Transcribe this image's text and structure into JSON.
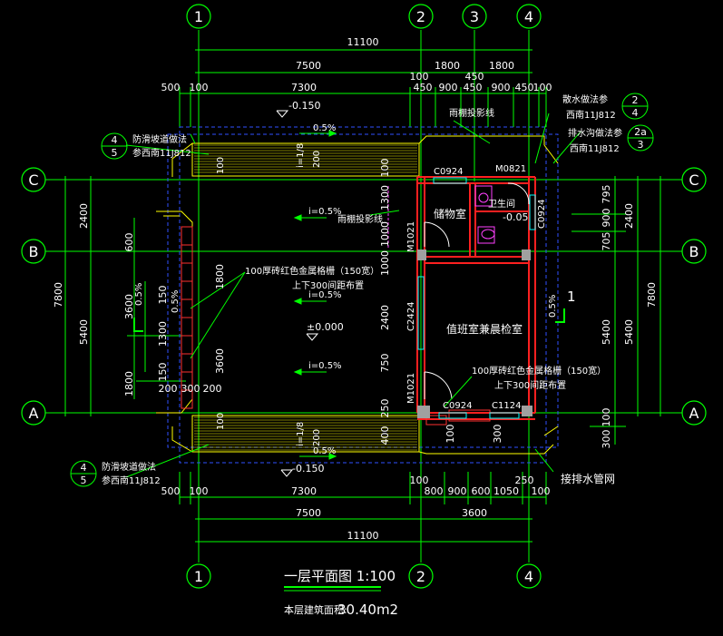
{
  "title": "一层平面图 1:100",
  "area_label": "本层建筑面积:",
  "area_value": "30.40m2",
  "axes": {
    "top": [
      "1",
      "2",
      "3",
      "4"
    ],
    "bottom": [
      "1",
      "2",
      "4"
    ],
    "left": [
      "C",
      "B",
      "A"
    ],
    "right": [
      "C",
      "B",
      "A"
    ]
  },
  "dims": {
    "top_total": "11100",
    "top_mid_7500": "7500",
    "top_mid_1800a": "1800",
    "top_mid_1800b": "1800",
    "top_100": "100",
    "top_450a": "450",
    "top_500": "500",
    "top_100b": "100",
    "top_7300": "7300",
    "top_450b": "450",
    "top_900a": "900",
    "top_450c": "450",
    "top_900b": "900",
    "top_450d": "450",
    "top_100c": "100",
    "bot_total": "11100",
    "bot_7500": "7500",
    "bot_3600": "3600",
    "bot_500": "500",
    "bot_100": "100",
    "bot_7300": "7300",
    "bot_100b": "100",
    "bot_800": "800",
    "bot_900": "900",
    "bot_600": "600",
    "bot_1050": "1050",
    "bot_250": "250",
    "bot_100c": "100",
    "left_7800": "7800",
    "left_2400": "2400",
    "left_5400": "5400",
    "left_600": "600",
    "left_1800": "1800",
    "left_3600": "3600",
    "left_1300": "1300",
    "left_150a": "150",
    "left_150b": "150",
    "left_200a": "200",
    "left_300": "300",
    "left_200b": "200",
    "right_7800": "7800",
    "right_2400": "2400",
    "right_5400": "5400",
    "right_795": "795",
    "right_900": "900",
    "right_705": "705",
    "right_5400b": "5400",
    "right_300": "300",
    "right_100": "100",
    "in_1800": "1800",
    "in_3600": "3600",
    "in_100a": "100",
    "in_1300": "1300",
    "in_1000": "1000",
    "in_2400": "2400",
    "in_750": "750",
    "in_250": "250",
    "in_400": "400",
    "in_100b": "100",
    "in_300": "300",
    "in_1000b": "1000"
  },
  "elevations": {
    "top": "-0.150",
    "mid": "±0.000",
    "bottom": "-0.150",
    "wc": "-0.05"
  },
  "labels": {
    "fangsha_top": "防滑坡道做法",
    "fangsha_top_ref": "参西南11J812",
    "fangsha_bot": "防滑坡道做法",
    "fangsha_bot_ref": "参西南11J812",
    "sanshui": "散水做法参",
    "sanshui_ref": "西南11J812",
    "paishui": "排水沟做法参",
    "paishui_ref": "西南11J812",
    "yupeng_top": "雨棚投影线",
    "yupeng_mid": "雨棚投影线",
    "storage": "储物室",
    "wc": "卫生间",
    "duty_room": "值班室兼晨检室",
    "rail_top": "100厚砖红色金属格栅（150宽）",
    "rail_top_2": "上下300间距布置",
    "rail_bot": "100厚砖红色金属格栅（150宽）",
    "rail_bot_2": "上下300间距布置",
    "drain": "接排水管网",
    "slope_1": "0.5%",
    "slope_2": "i=0.5%",
    "slope_3": "i=0.5%",
    "slope_4": "i=0.5%",
    "slope_5": "0.5%",
    "slope_6": "0.5%",
    "slope_7": "0.5%",
    "slope_8": "0.5%",
    "ramp_top": "i=1/8",
    "ramp_bot": "i=1/8",
    "ramp_top_200": "200",
    "ramp_bot_200": "200",
    "ramp_top_100": "100",
    "ramp_bot_100": "100",
    "door_m0821": "M0821",
    "win_c0924a": "C0924",
    "win_c0924b": "C0924",
    "win_c0924c": "C0924",
    "door_m1021a": "M1021",
    "door_m1021b": "M1021",
    "win_c2424": "C2424",
    "win_c1124": "C1124",
    "section_mark": "1"
  },
  "callouts": {
    "ramp_top": {
      "num": "4",
      "den": "5"
    },
    "ramp_bot": {
      "num": "4",
      "den": "5"
    },
    "sanshui": {
      "num": "2",
      "den": "4"
    },
    "paishui": {
      "num": "2a",
      "den": "3"
    }
  }
}
